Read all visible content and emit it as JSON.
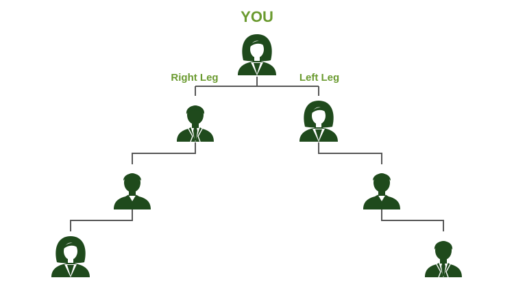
{
  "diagram": {
    "top_label": "YOU",
    "right_leg_label": "Right Leg",
    "left_leg_label": "Left Leg"
  },
  "colors": {
    "accent": "#6a9a2f",
    "figure": "#1f4a1c",
    "line": "#555555",
    "background": "#ffffff"
  },
  "nodes": [
    {
      "id": "you",
      "icon": "woman-avatar-icon"
    },
    {
      "id": "right-leg-level-1",
      "icon": "man-with-tie-avatar-icon"
    },
    {
      "id": "left-leg-level-1",
      "icon": "woman-avatar-icon"
    },
    {
      "id": "right-leg-level-2",
      "icon": "man-avatar-icon"
    },
    {
      "id": "left-leg-level-2",
      "icon": "man-avatar-icon"
    },
    {
      "id": "right-leg-level-3",
      "icon": "woman-avatar-icon"
    },
    {
      "id": "left-leg-level-3",
      "icon": "man-with-tie-avatar-icon"
    }
  ]
}
